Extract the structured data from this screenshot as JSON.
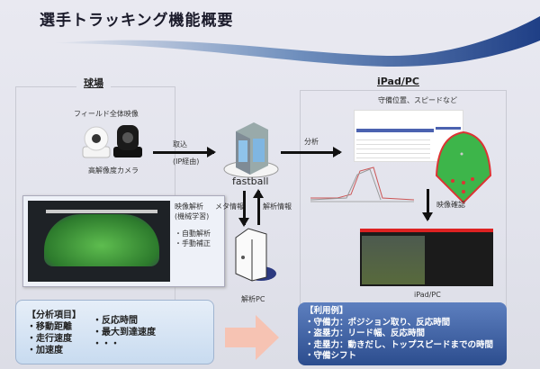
{
  "title": "選手トラッキング機能概要",
  "left_section": {
    "label": "球場",
    "camera_caption_top": "フィールド全体映像",
    "camera_caption_bottom": "高解像度カメラ",
    "callout": {
      "line1": "映像解析",
      "line2": "(機械学習)",
      "items": [
        "・自動解析",
        "・手動補正"
      ]
    }
  },
  "center": {
    "ingest_label": "取込",
    "ingest_sub": "(IP経由)",
    "server_label": "fastball",
    "meta_label": "メタ情報",
    "analysis_info_label": "解析情報",
    "pc_label": "解析PC"
  },
  "right_section": {
    "label": "iPad/PC",
    "subtitle": "守備位置、スピードなど",
    "analyze_label": "分析",
    "video_check_label": "映像確認",
    "device_label": "iPad/PC"
  },
  "analysis_items": {
    "heading": "【分析項目】",
    "col1": [
      "・移動距離",
      "・走行速度",
      "・加速度"
    ],
    "col2": [
      "・反応時間",
      "・最大到達速度",
      "・・・"
    ]
  },
  "use_cases": {
    "heading": "【利用例】",
    "items": [
      "・守備力：ポジション取り、反応時間",
      "・盗塁力：リード幅、反応時間",
      "・走塁力：動きだし、トップスピードまでの時間",
      "・守備シフト"
    ]
  },
  "colors": {
    "accent_blue": "#2c4d8e",
    "light_box": "#cfe0f3",
    "arrow_pink": "#f6c3b3",
    "field_green": "#3db54a"
  }
}
